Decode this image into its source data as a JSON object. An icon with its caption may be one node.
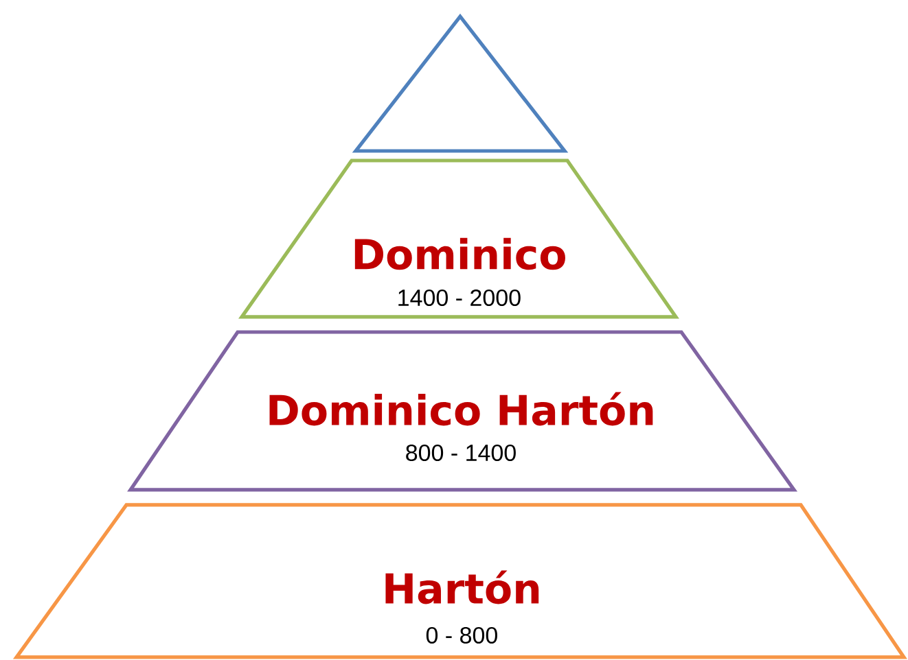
{
  "diagram": {
    "nodes": [
      {
        "text": [],
        "shape": "triangle"
      },
      {
        "text": [
          "Dominico",
          "1400 - 2000"
        ]
      },
      {
        "text": [
          "Dominico Hartón",
          "800 - 1400"
        ]
      },
      {
        "text": [
          "Hartón",
          "0 - 800"
        ]
      }
    ]
  }
}
